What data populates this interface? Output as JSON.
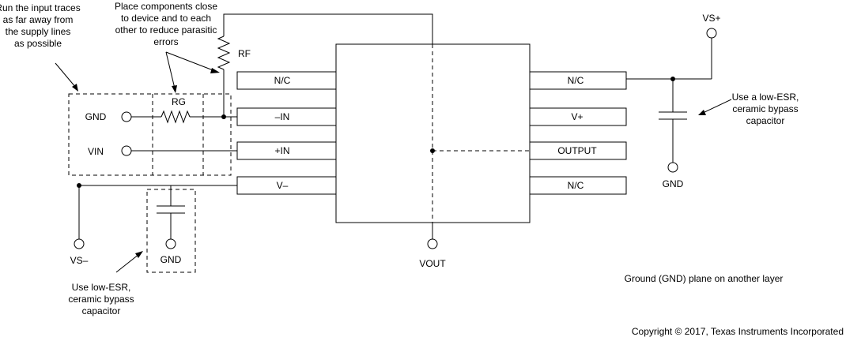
{
  "notes": {
    "run_traces": [
      "Run the input traces",
      "as far away from",
      "the supply lines",
      "as possible"
    ],
    "place_components": [
      "Place components close",
      "to device and to each",
      "other to reduce parasitic",
      "errors"
    ],
    "bypass_right": [
      "Use a low-ESR,",
      "ceramic bypass",
      "capacitor"
    ],
    "bypass_left": [
      "Use low-ESR,",
      "ceramic bypass",
      "capacitor"
    ],
    "ground_plane": "Ground (GND) plane on another layer",
    "copyright": "Copyright © 2017, Texas Instruments Incorporated"
  },
  "pins": {
    "left": [
      "N/C",
      "–IN",
      "+IN",
      "V–"
    ],
    "right": [
      "N/C",
      "V+",
      "OUTPUT",
      "N/C"
    ]
  },
  "components": {
    "rf": "RF",
    "rg": "RG"
  },
  "terminals": {
    "gnd_in": "GND",
    "vin": "VIN",
    "vs_minus": "VS–",
    "gnd_left_cap": "GND",
    "vout": "VOUT",
    "vs_plus": "VS+",
    "gnd_right_cap": "GND"
  }
}
